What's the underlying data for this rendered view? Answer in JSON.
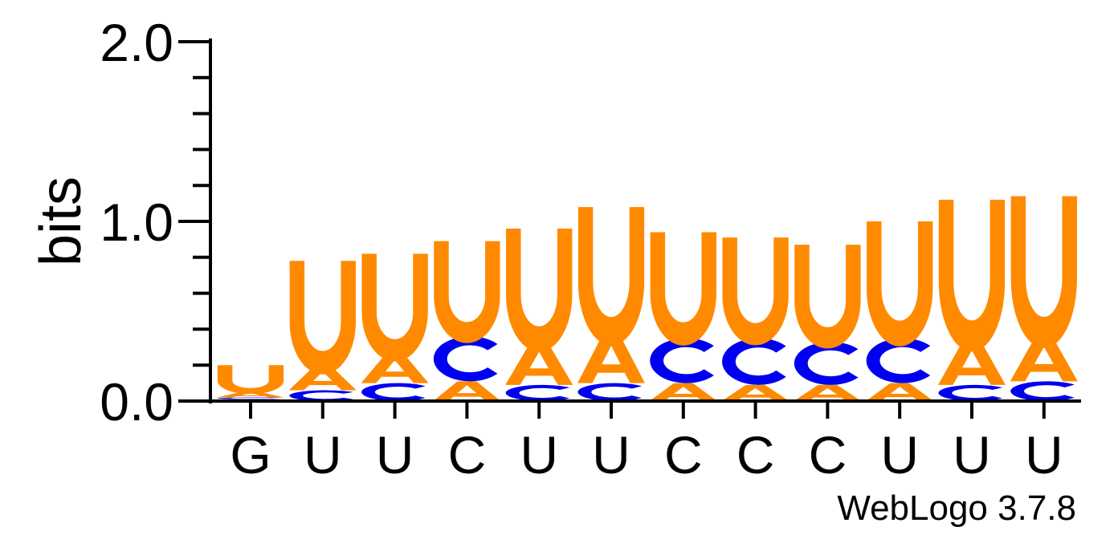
{
  "chart_data": {
    "type": "sequence-logo",
    "ylabel": "bits",
    "ylim": [
      0,
      2.0
    ],
    "yticks": [
      {
        "value": 0,
        "label": "0.0"
      },
      {
        "value": 1,
        "label": "1.0"
      },
      {
        "value": 2,
        "label": "2.0"
      }
    ],
    "minor_tick_step": 0.2,
    "credit": "WebLogo 3.7.8",
    "colors": {
      "U": "#ff8a00",
      "A": "#ff8a00",
      "C": "#0000f0",
      "G": "#ff8a00"
    },
    "positions": [
      {
        "label": "G",
        "stack": [
          {
            "letter": "G",
            "bits": 0.01
          },
          {
            "letter": "C",
            "bits": 0.01
          },
          {
            "letter": "A",
            "bits": 0.03
          },
          {
            "letter": "U",
            "bits": 0.15
          }
        ]
      },
      {
        "label": "U",
        "stack": [
          {
            "letter": "C",
            "bits": 0.06
          },
          {
            "letter": "A",
            "bits": 0.13
          },
          {
            "letter": "U",
            "bits": 0.59
          }
        ]
      },
      {
        "label": "U",
        "stack": [
          {
            "letter": "C",
            "bits": 0.1
          },
          {
            "letter": "A",
            "bits": 0.16
          },
          {
            "letter": "U",
            "bits": 0.56
          }
        ]
      },
      {
        "label": "C",
        "stack": [
          {
            "letter": "A",
            "bits": 0.11
          },
          {
            "letter": "C",
            "bits": 0.25
          },
          {
            "letter": "U",
            "bits": 0.53
          }
        ]
      },
      {
        "label": "U",
        "stack": [
          {
            "letter": "C",
            "bits": 0.09
          },
          {
            "letter": "A",
            "bits": 0.23
          },
          {
            "letter": "U",
            "bits": 0.64
          }
        ]
      },
      {
        "label": "U",
        "stack": [
          {
            "letter": "C",
            "bits": 0.1
          },
          {
            "letter": "A",
            "bits": 0.26
          },
          {
            "letter": "U",
            "bits": 0.72
          }
        ]
      },
      {
        "label": "C",
        "stack": [
          {
            "letter": "A",
            "bits": 0.1
          },
          {
            "letter": "C",
            "bits": 0.25
          },
          {
            "letter": "U",
            "bits": 0.59
          }
        ]
      },
      {
        "label": "C",
        "stack": [
          {
            "letter": "A",
            "bits": 0.09
          },
          {
            "letter": "C",
            "bits": 0.26
          },
          {
            "letter": "U",
            "bits": 0.56
          }
        ]
      },
      {
        "label": "C",
        "stack": [
          {
            "letter": "A",
            "bits": 0.09
          },
          {
            "letter": "C",
            "bits": 0.24
          },
          {
            "letter": "U",
            "bits": 0.54
          }
        ]
      },
      {
        "label": "U",
        "stack": [
          {
            "letter": "A",
            "bits": 0.1
          },
          {
            "letter": "C",
            "bits": 0.25
          },
          {
            "letter": "U",
            "bits": 0.65
          }
        ]
      },
      {
        "label": "U",
        "stack": [
          {
            "letter": "C",
            "bits": 0.09
          },
          {
            "letter": "A",
            "bits": 0.24
          },
          {
            "letter": "U",
            "bits": 0.79
          }
        ]
      },
      {
        "label": "U",
        "stack": [
          {
            "letter": "C",
            "bits": 0.11
          },
          {
            "letter": "A",
            "bits": 0.24
          },
          {
            "letter": "U",
            "bits": 0.79
          }
        ]
      }
    ]
  }
}
